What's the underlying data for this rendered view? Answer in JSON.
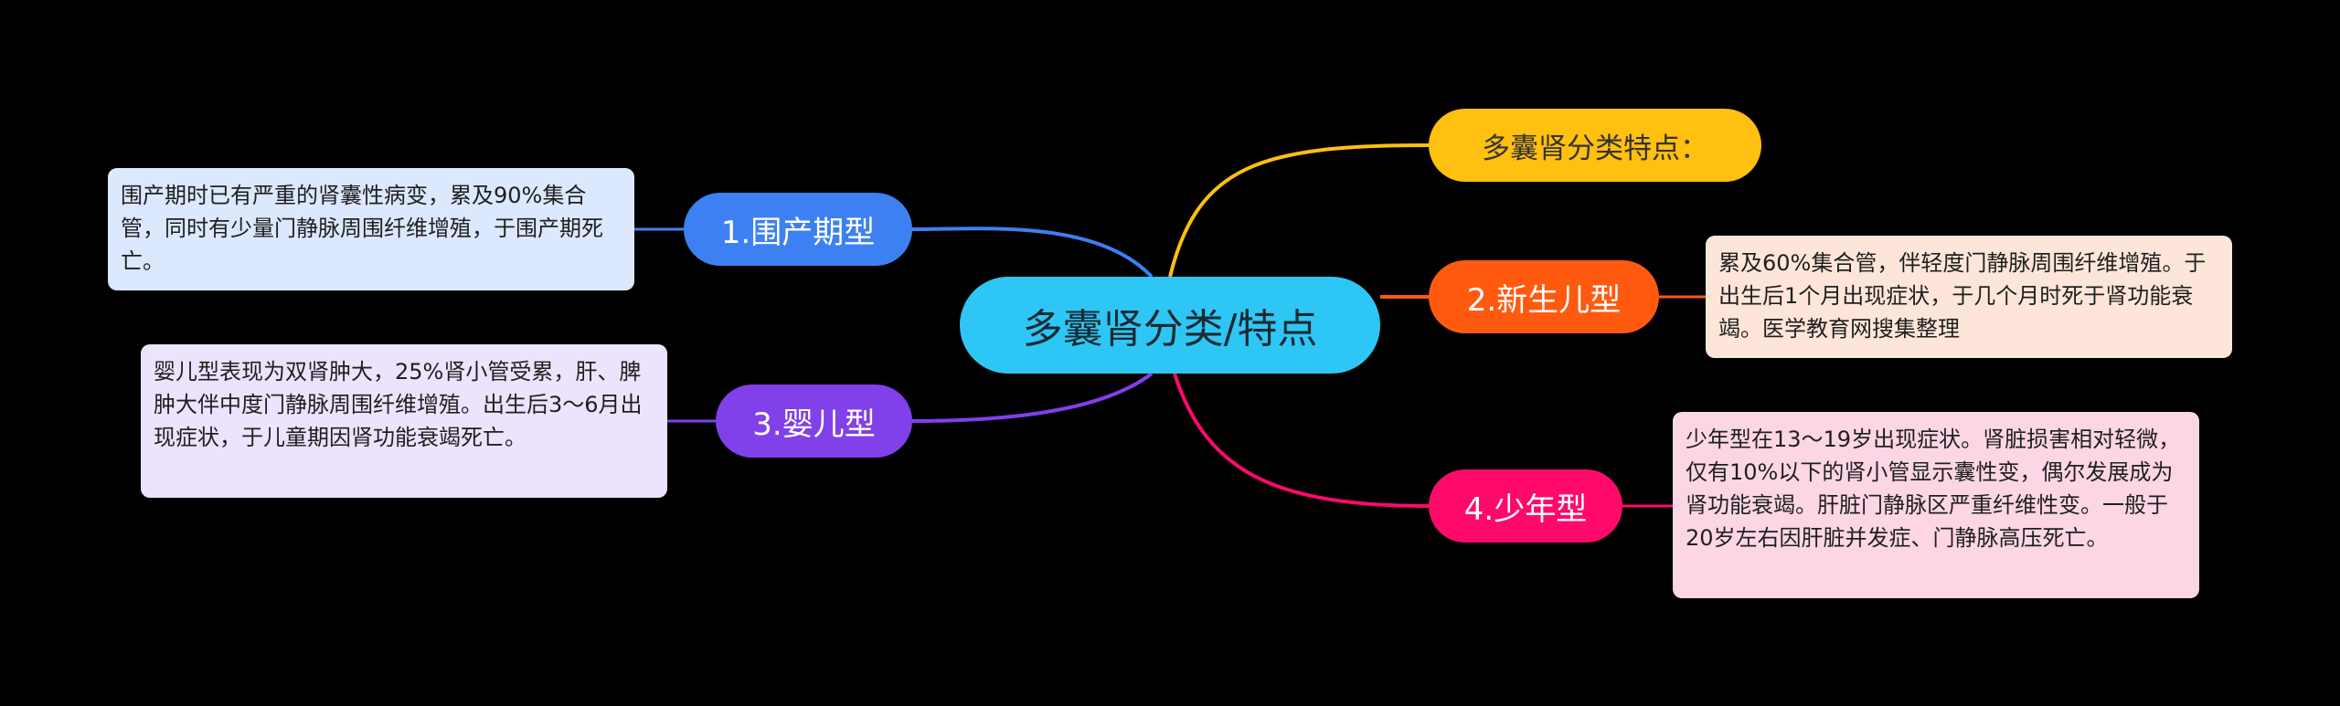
{
  "center": {
    "label": "多囊肾分类/特点"
  },
  "branches": {
    "features": {
      "label": "多囊肾分类特点：",
      "color": "#ffc00f"
    },
    "perinatal": {
      "label": "1.围产期型",
      "color": "#3d80f1",
      "note": "围产期时已有严重的肾囊性病变，累及90%集合管，同时有少量门静脉周围纤维增殖，于围产期死亡。"
    },
    "neonatal": {
      "label": "2.新生儿型",
      "color": "#ff5a10",
      "note": "累及60%集合管，伴轻度门静脉周围纤维增殖。于出生后1个月出现症状，于几个月时死于肾功能衰竭。医学教育网搜集整理"
    },
    "infant": {
      "label": "3.婴儿型",
      "color": "#8140ea",
      "note": "婴儿型表现为双肾肿大，25%肾小管受累，肝、脾肿大伴中度门静脉周围纤维增殖。出生后3～6月出现症状，于儿童期因肾功能衰竭死亡。"
    },
    "juvenile": {
      "label": "4.少年型",
      "color": "#ff0a6a",
      "note": "少年型在13～19岁出现症状。肾脏损害相对轻微，仅有10%以下的肾小管显示囊性变，偶尔发展成为肾功能衰竭。肝脏门静脉区严重纤维性变。一般于20岁左右因肝脏并发症、门静脉高压死亡。"
    }
  }
}
